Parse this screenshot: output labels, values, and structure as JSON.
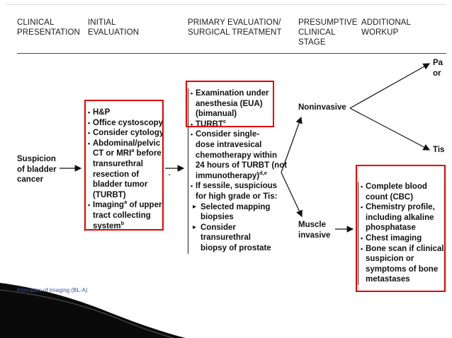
{
  "headers": [
    {
      "text": "CLINICAL\nPRESENTATION"
    },
    {
      "text": "INITIAL\nEVALUATION"
    },
    {
      "text": "PRIMARY EVALUATION/\nSURGICAL TREATMENT"
    },
    {
      "text": "PRESUMPTIVE\nCLINICAL\nSTAGE"
    },
    {
      "text": "ADDITIONAL\nWORKUP"
    }
  ],
  "presentation": [
    "Suspicion",
    "of bladder",
    "cancer"
  ],
  "initial_evaluation": {
    "items": [
      {
        "lines": [
          "H&P"
        ]
      },
      {
        "lines": [
          "Office cystoscopy"
        ]
      },
      {
        "lines": [
          "Consider cytology"
        ]
      },
      {
        "lines": [
          "Abdominal/pelvic",
          "CT or MRI",
          " before",
          "transurethral",
          "resection of",
          "bladder tumor",
          "(TURBT)"
        ],
        "sup": "a"
      },
      {
        "lines": [
          "Imaging",
          " of upper",
          "tract collecting",
          "system"
        ],
        "sup": "a",
        "sup2": "b"
      }
    ]
  },
  "primary": {
    "eua": [
      "Examination under",
      "anesthesia (EUA)",
      "(bimanual)"
    ],
    "turbt": "TURBT",
    "turbt_sup": "c",
    "single_dose": [
      "Consider single-",
      "dose intravesical",
      "chemotherapy within",
      "24 hours of TURBT (not",
      "immunotherapy)"
    ],
    "single_dose_sup": "d,e",
    "sessile": [
      "If sessile, suspicious",
      "for high grade or Tis:"
    ],
    "sub1": [
      "Selected mapping",
      "biopsies"
    ],
    "sub2": [
      "Consider",
      "transurethral",
      "biopsy of prostate"
    ]
  },
  "stages": {
    "noninvasive": "Noninvasive",
    "muscle": [
      "Muscle",
      "invasive"
    ]
  },
  "workup_right": {
    "top_cut": [
      "Pa",
      "or"
    ],
    "mid_cut": "Tis"
  },
  "workup": {
    "items": [
      {
        "lines": [
          "Complete blood",
          "count (CBC)"
        ]
      },
      {
        "lines": [
          "Chemistry profile,",
          "including alkaline",
          "phosphatase"
        ]
      },
      {
        "lines": [
          "Chest imaging"
        ]
      },
      {
        "lines": [
          "Bone scan if clinical",
          "suspicion or",
          "symptoms of bone",
          "metastases"
        ]
      }
    ]
  },
  "colors": {
    "highlight": "#e00000",
    "text": "#111111",
    "footer_dark": "#0a0a0a"
  },
  "footnote": "Principles of Imaging (BL-A)"
}
